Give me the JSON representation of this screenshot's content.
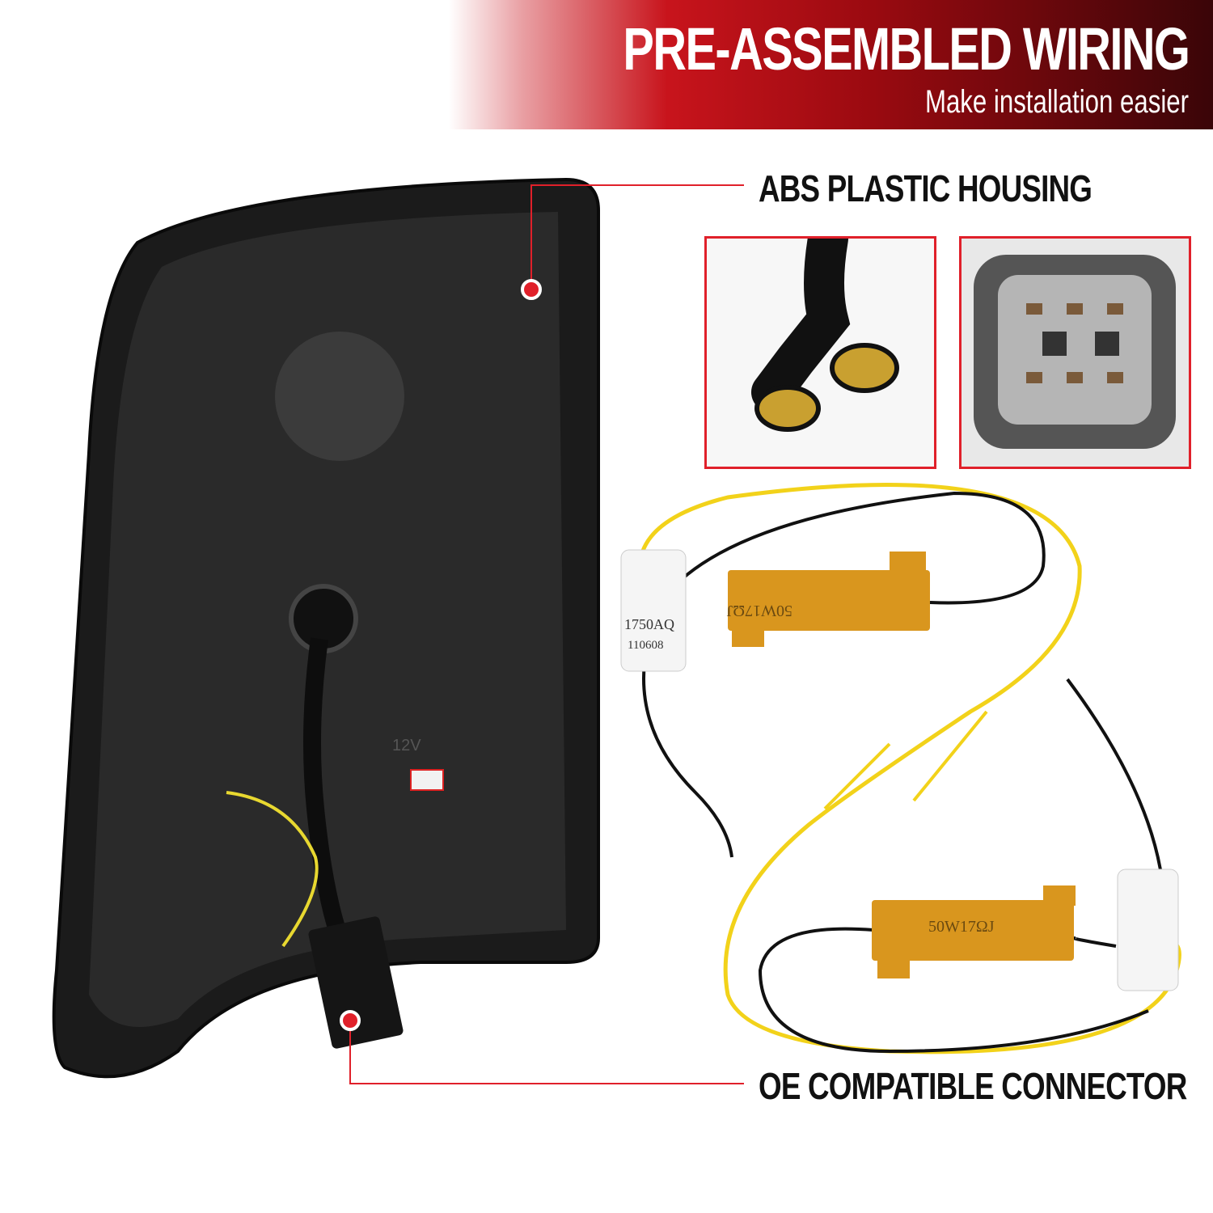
{
  "header": {
    "title": "PRE-ASSEMBLED WIRING",
    "subtitle": "Make installation easier"
  },
  "callouts": {
    "housing": "ABS PLASTIC HOUSING",
    "connector": "OE COMPATIBLE CONNECTOR"
  },
  "product_markings": {
    "resistor_label": "50W17ΩJ",
    "tag_code": "1750AQ",
    "tag_number": "110608",
    "voltage": "12V"
  },
  "colors": {
    "accent_red": "#e0202a",
    "banner_dark": "#3a0508",
    "wire_yellow": "#f2d21a",
    "resistor_gold": "#d9961e"
  }
}
